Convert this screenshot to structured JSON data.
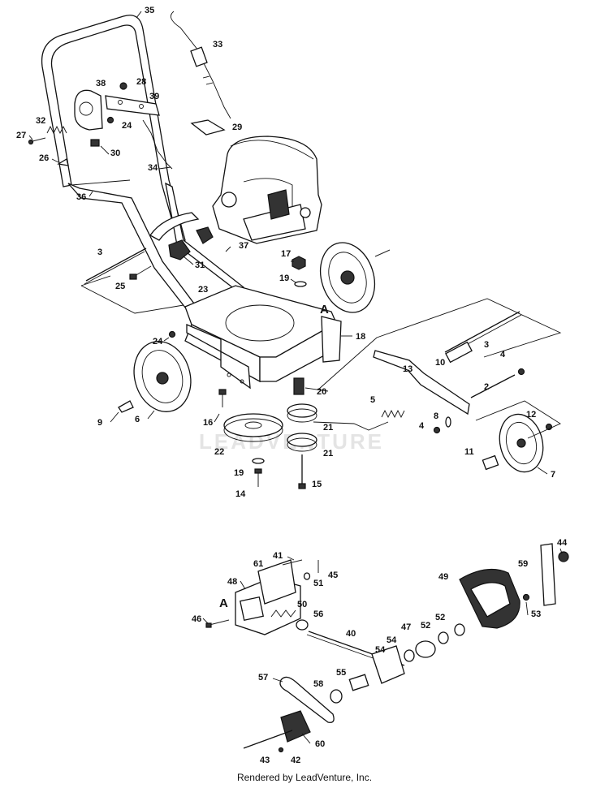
{
  "watermark": "LEADVENTURE",
  "footer": "Rendered by LeadVenture, Inc.",
  "reference_marker": "A",
  "callouts": {
    "c35": "35",
    "c33": "33",
    "c38": "38",
    "c28": "28",
    "c39": "39",
    "c32": "32",
    "c24a": "24",
    "c29": "29",
    "c27": "27",
    "c30": "30",
    "c26": "26",
    "c34": "34",
    "c36": "36",
    "c3a": "3",
    "c37": "37",
    "c31": "31",
    "c17": "17",
    "c25": "25",
    "c19a": "19",
    "c23": "23",
    "cA1": "A",
    "c18": "18",
    "c24b": "24",
    "c3b": "3",
    "c10": "10",
    "c13": "13",
    "c4a": "4",
    "c2": "2",
    "c20": "20",
    "c5": "5",
    "c9": "9",
    "c6": "6",
    "c16": "16",
    "c8": "8",
    "c12": "12",
    "c4b": "4",
    "c21a": "21",
    "c22": "22",
    "c21b": "21",
    "c11": "11",
    "c7": "7",
    "c19b": "19",
    "c15": "15",
    "c14": "14",
    "c41": "41",
    "c44": "44",
    "c61": "61",
    "c45": "45",
    "c59": "59",
    "c49": "49",
    "c51": "51",
    "c48": "48",
    "cA2": "A",
    "c50": "50",
    "c53": "53",
    "c56": "56",
    "c52a": "52",
    "c46": "46",
    "c40": "40",
    "c52b": "52",
    "c47": "47",
    "c54a": "54",
    "c54b": "54",
    "c57": "57",
    "c55": "55",
    "c58": "58",
    "c60": "60",
    "c43": "43",
    "c42": "42"
  }
}
